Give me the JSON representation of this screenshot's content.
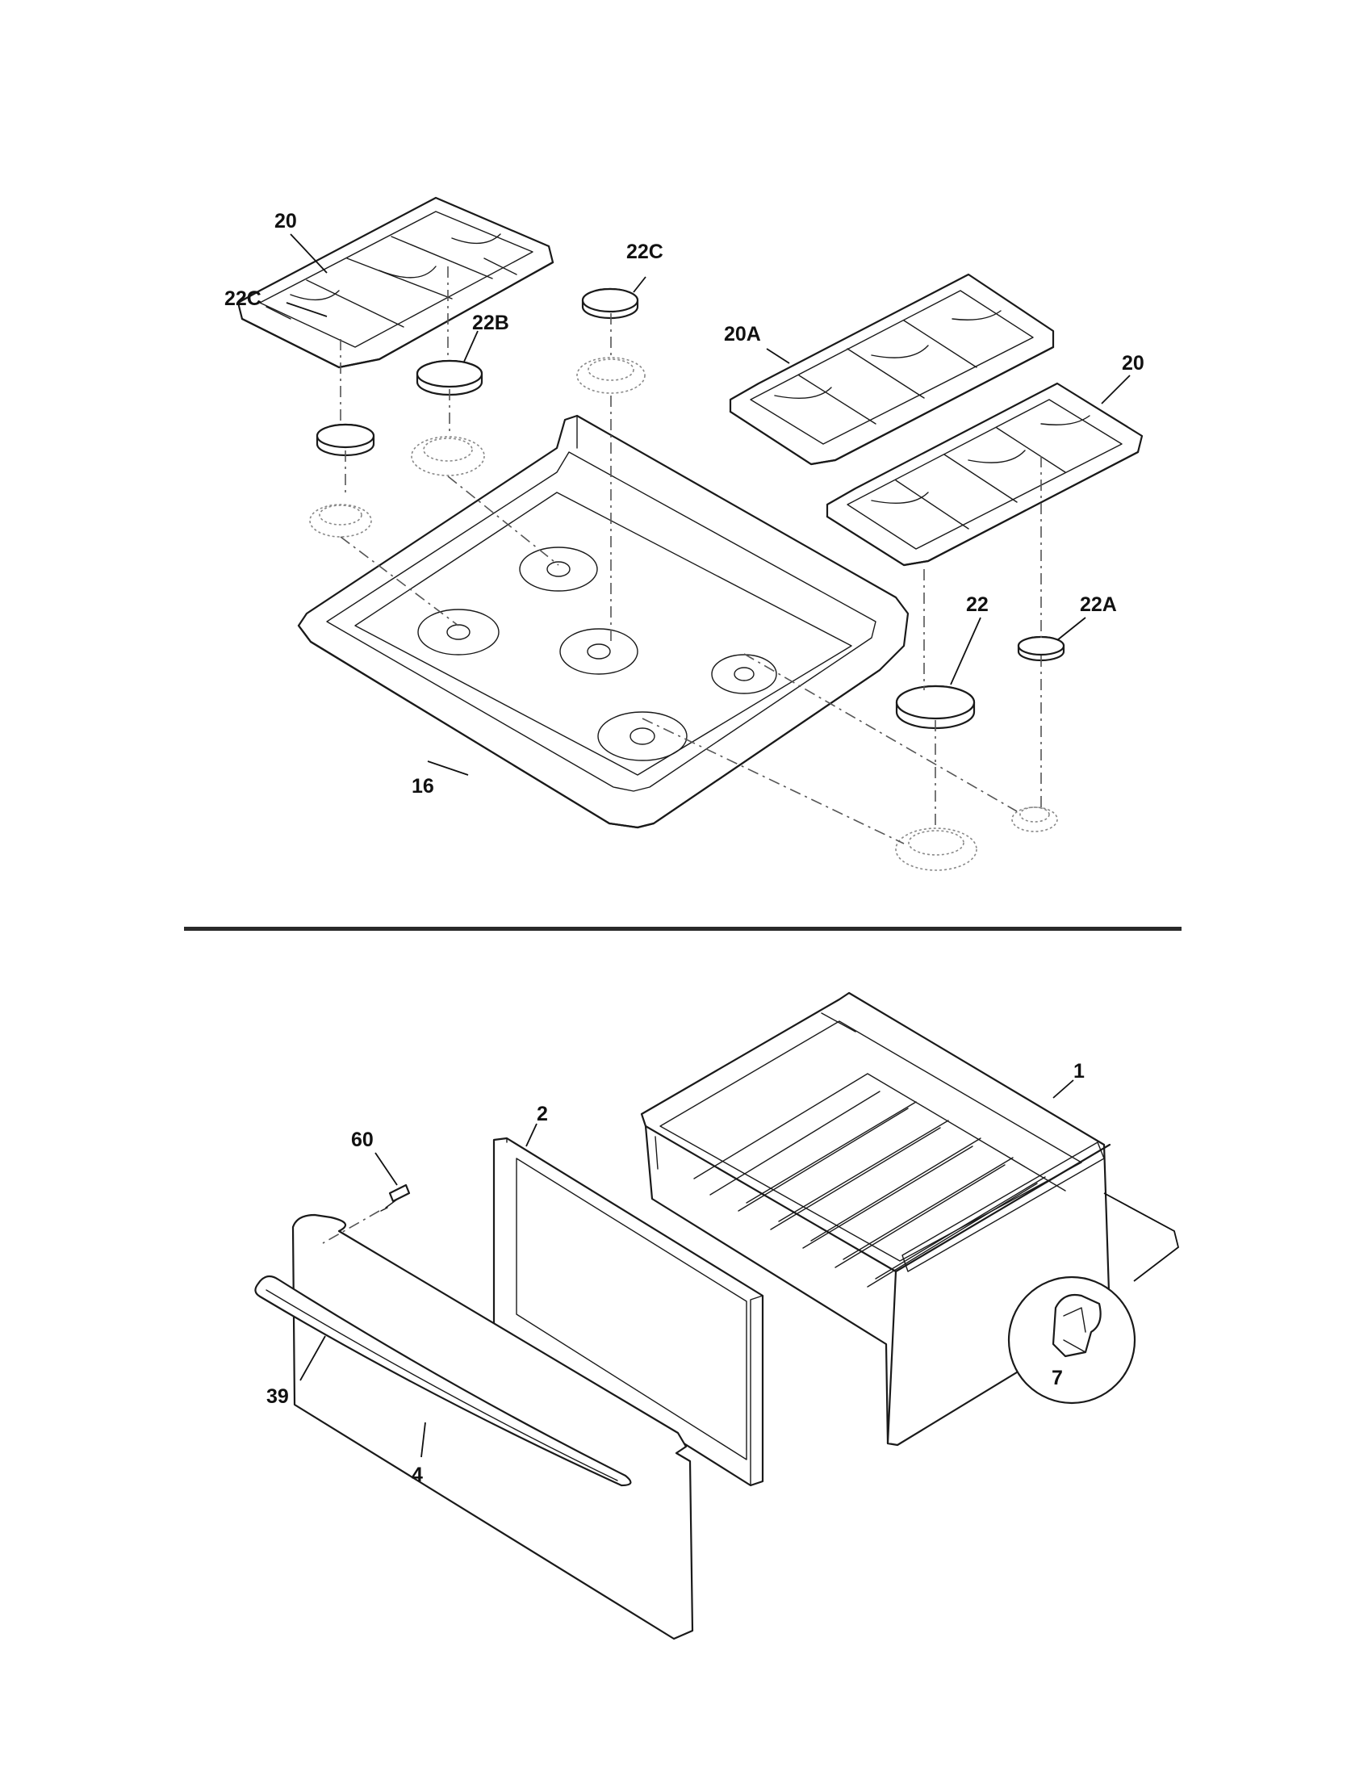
{
  "labels": {
    "grate_left": "20",
    "cap_small_left": "22C",
    "cap_small_center": "22C",
    "cap_medium": "22B",
    "grate_center": "20A",
    "grate_right": "20",
    "cooktop": "16",
    "cap_large": "22",
    "cap_simmer": "22A",
    "drawer_body": "1",
    "drawer_liner": "2",
    "screw": "60",
    "drawer_handle": "39",
    "drawer_front": "4",
    "clip": "7"
  },
  "colors": {
    "line": "#1a1a1a",
    "paper": "#ffffff"
  }
}
